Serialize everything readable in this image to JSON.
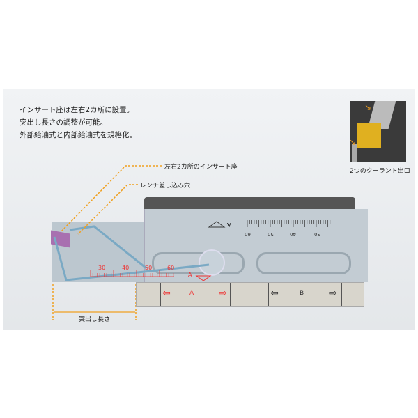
{
  "description_lines": [
    "インサート座は左右2カ所に設置。",
    "突出し長さの調整が可能。",
    "外部給油式と内部給油式を規格化。"
  ],
  "callouts": {
    "insert_seat": "左右2カ所のインサート座",
    "wrench_hole": "レンチ差し込み穴"
  },
  "inset_caption": "2つのクーラント出口",
  "dimension_label": "突出し長さ",
  "scale_red": [
    "30",
    "40",
    "50",
    "60"
  ],
  "scale_top": [
    "60",
    "50",
    "40",
    "30"
  ],
  "markers": {
    "a_top": "A",
    "a_red": "A",
    "a_segment": "A",
    "b_segment": "B"
  },
  "colors": {
    "accent": "#f0a020",
    "red": "#e33333",
    "body": "#b8c4cc",
    "top": "#555555",
    "strip": "#d8d5cc"
  }
}
